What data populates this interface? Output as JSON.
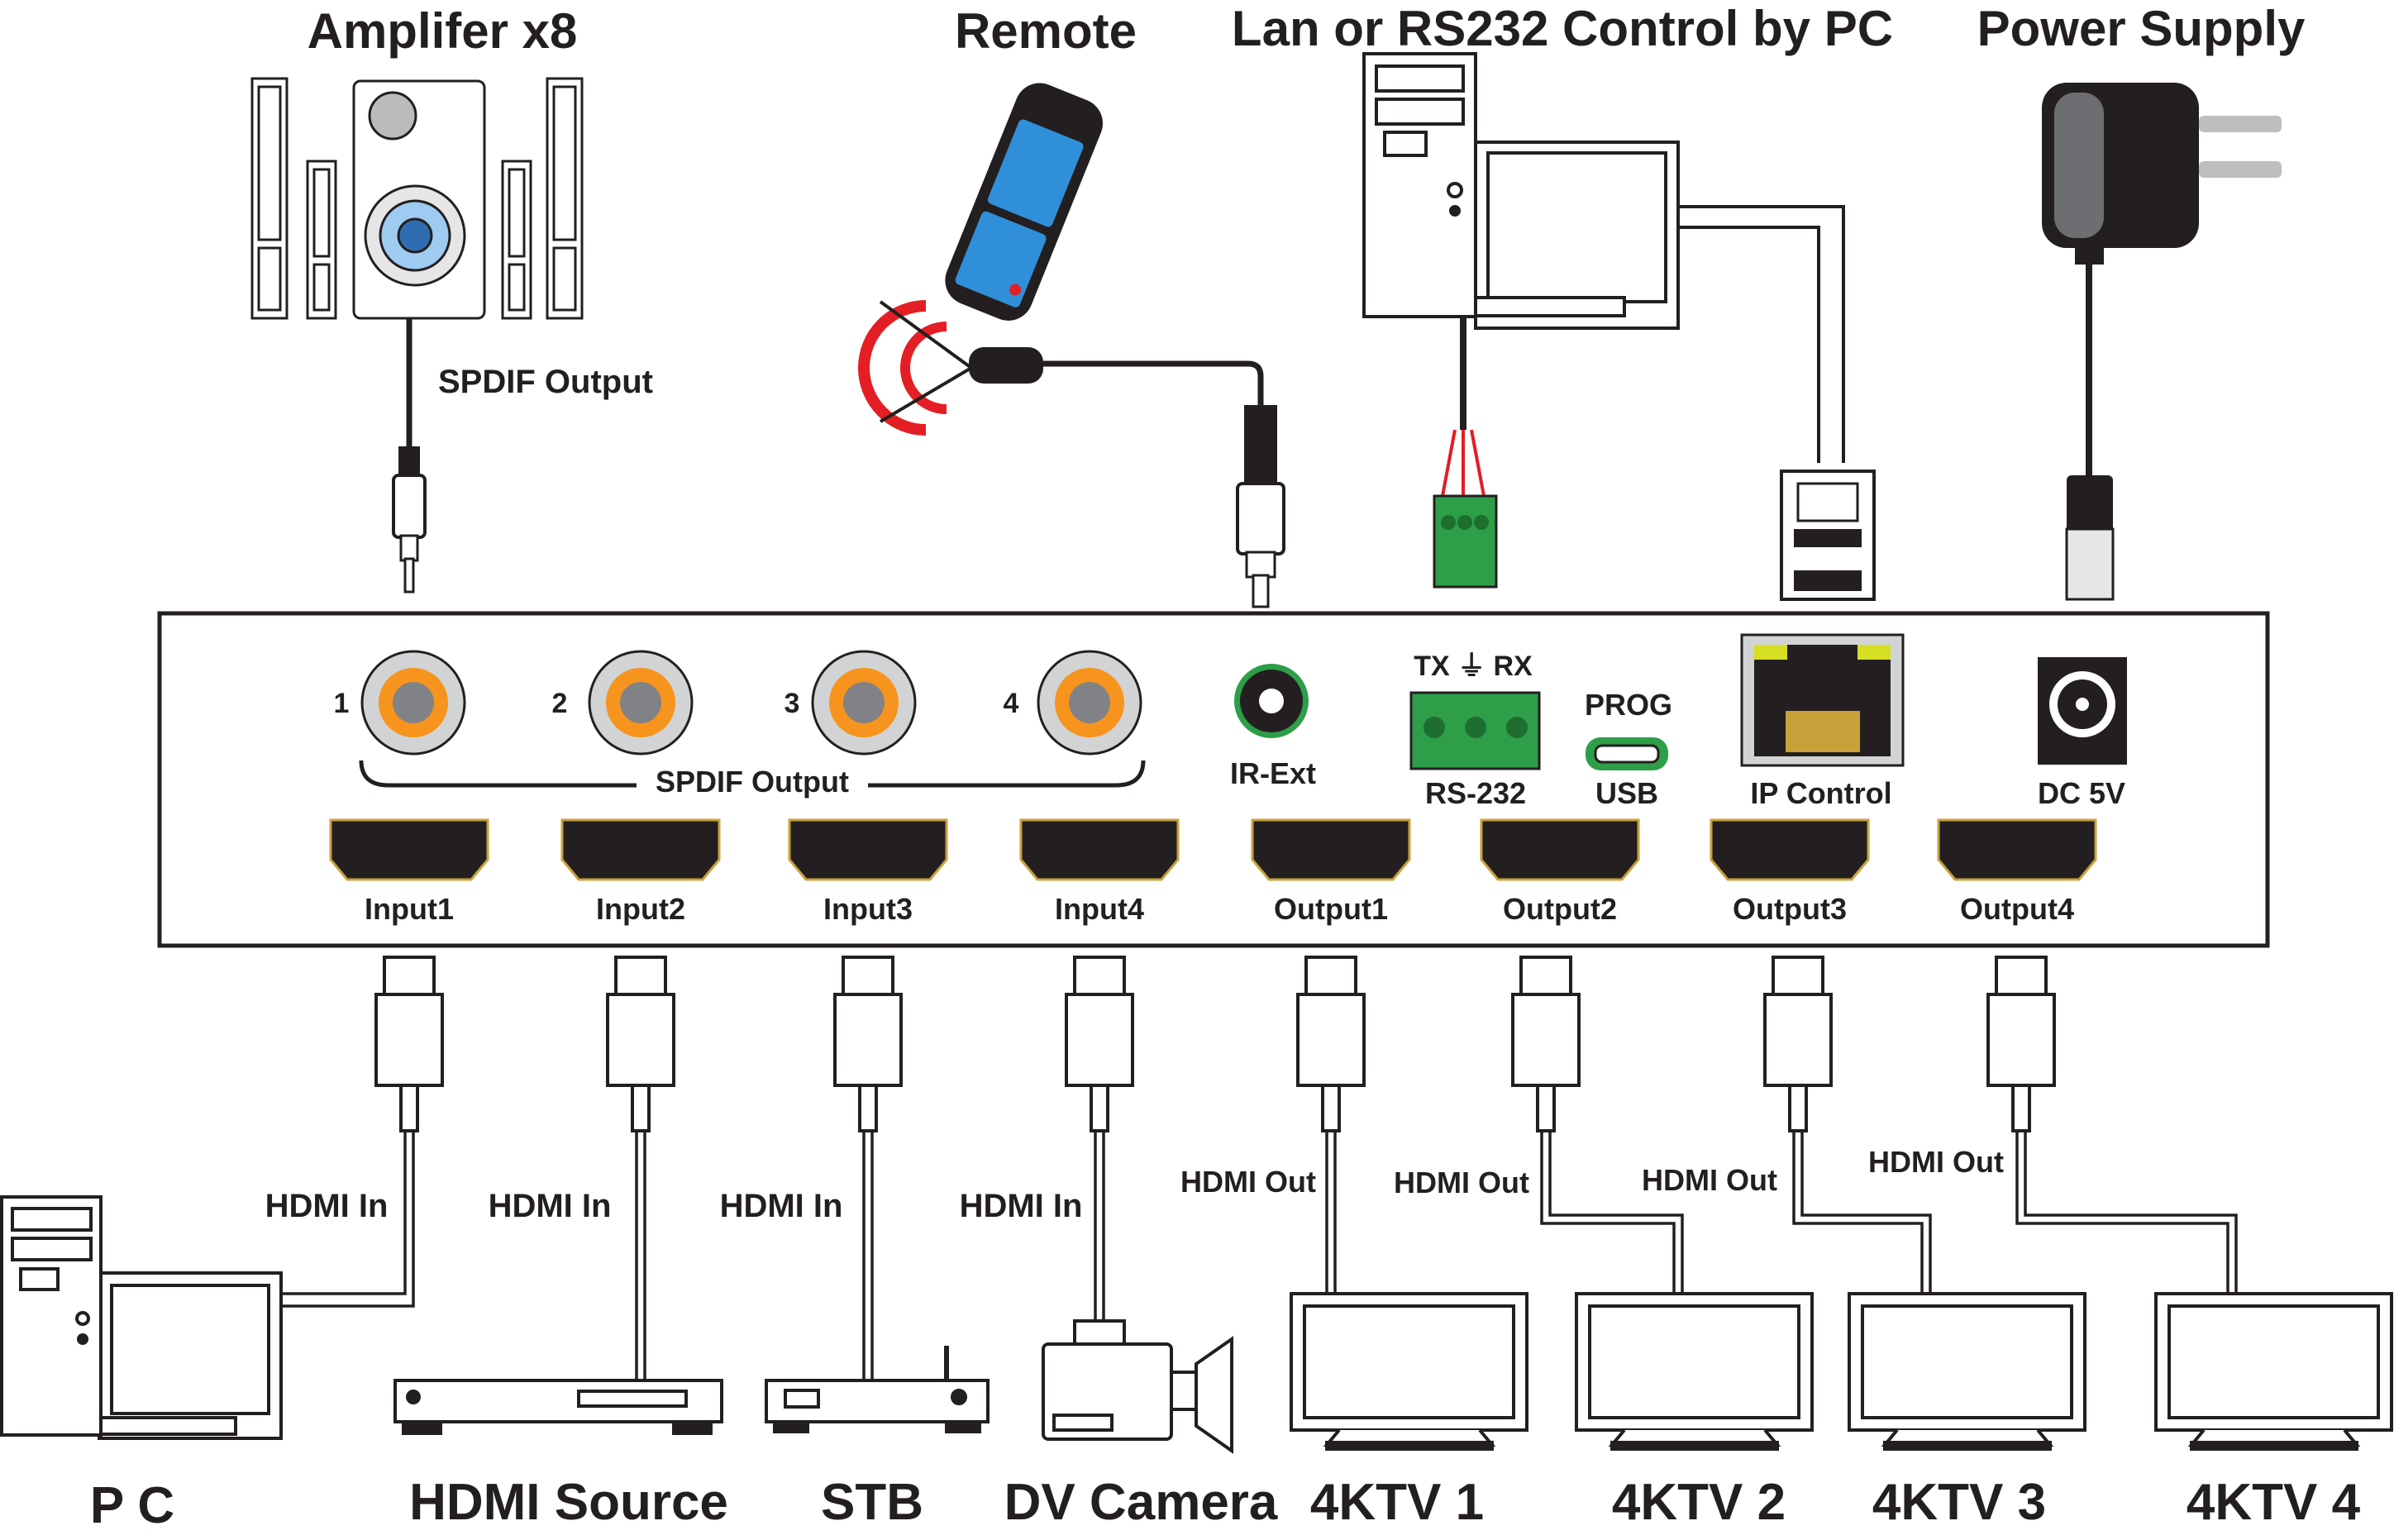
{
  "top_labels": {
    "amplifier": "Amplifer x8",
    "remote": "Remote",
    "pc_control": "Lan or RS232 Control by PC",
    "power": "Power Supply",
    "spdif_cable": "SPDIF Output"
  },
  "panel": {
    "spdif_numbers": [
      "1",
      "2",
      "3",
      "4"
    ],
    "spdif_group": "SPDIF Output",
    "ir_ext": "IR-Ext",
    "rs232_top": "TX ⏚ RX",
    "rs232": "RS-232",
    "prog": "PROG",
    "usb": "USB",
    "ip_control": "IP Control",
    "dc": "DC 5V",
    "hdmi_ports": [
      "Input1",
      "Input2",
      "Input3",
      "Input4",
      "Output1",
      "Output2",
      "Output3",
      "Output4"
    ]
  },
  "cable_labels": [
    "HDMI In",
    "HDMI In",
    "HDMI In",
    "HDMI In",
    "HDMI Out",
    "HDMI Out",
    "HDMI Out",
    "HDMI Out"
  ],
  "devices": [
    "P C",
    "HDMI Source",
    "STB",
    "DV Camera",
    "4KTV 1",
    "4KTV 2",
    "4KTV 3",
    "4KTV 4"
  ],
  "colors": {
    "ink": "#231f20",
    "orange": "#f7941d",
    "green": "#2e9e48",
    "blue": "#2f8fd8",
    "red": "#e31e24",
    "gold": "#c9a13b"
  }
}
